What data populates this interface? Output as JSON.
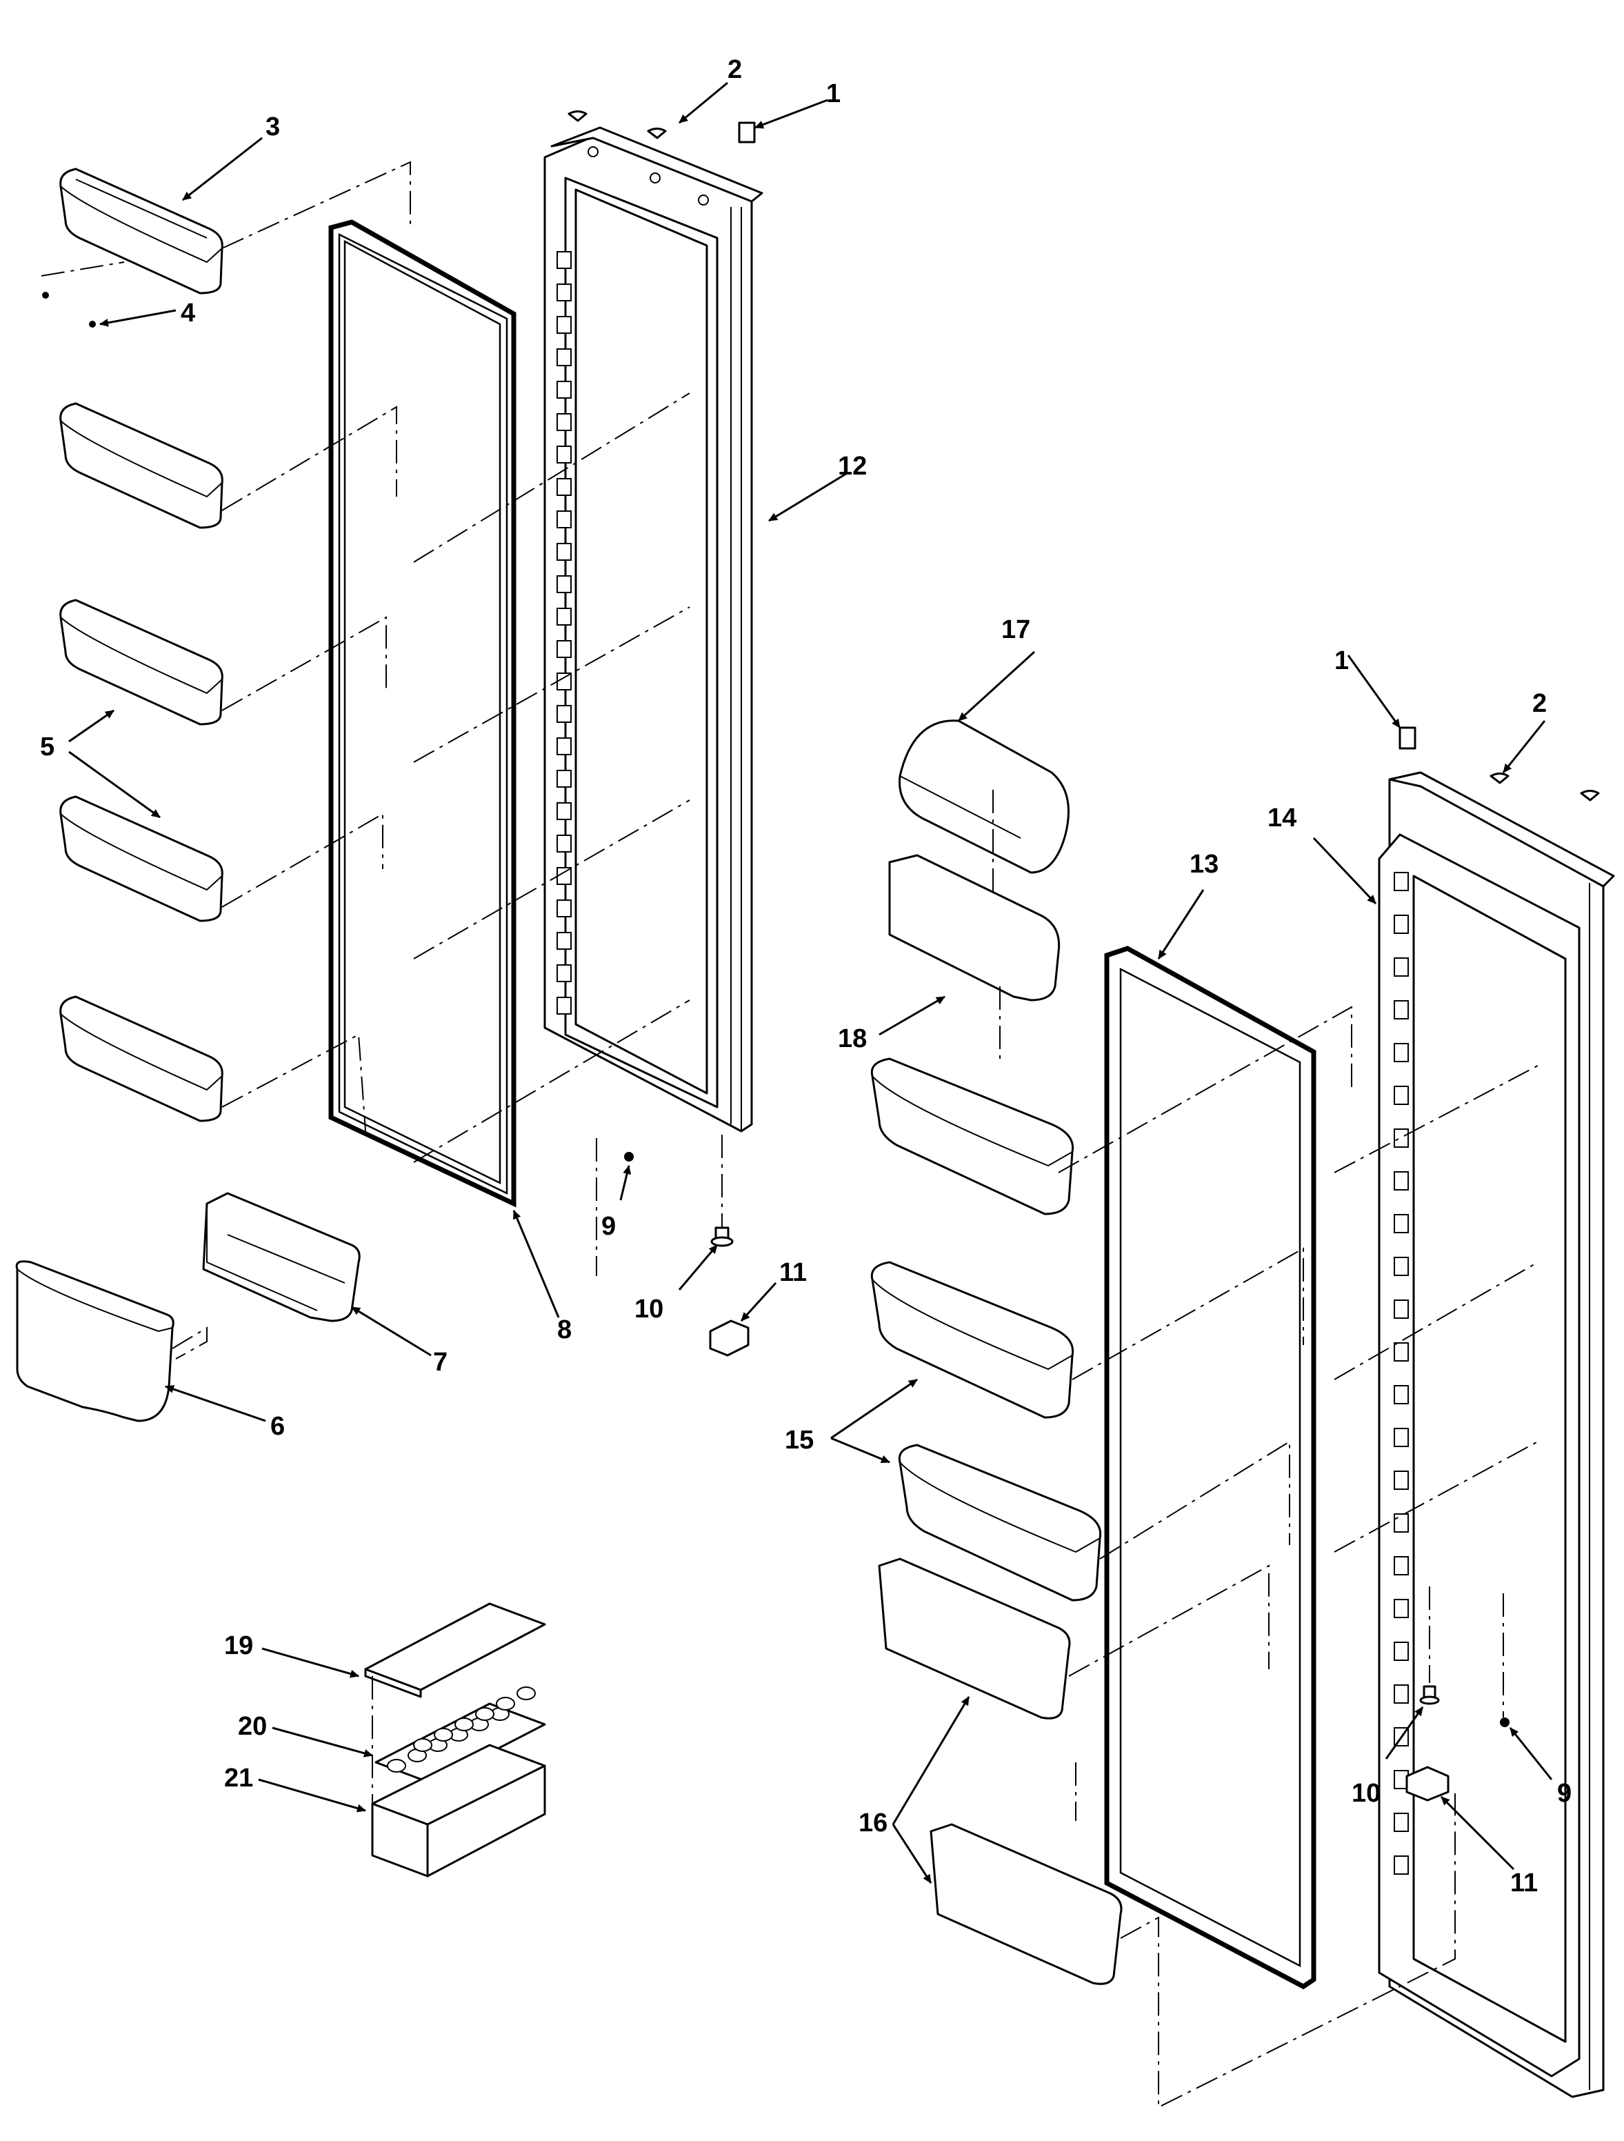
{
  "callouts": {
    "c1a": "1",
    "c2a": "2",
    "c3": "3",
    "c4": "4",
    "c5": "5",
    "c6": "6",
    "c7": "7",
    "c8": "8",
    "c9a": "9",
    "c10a": "10",
    "c11a": "11",
    "c12": "12",
    "c13": "13",
    "c14": "14",
    "c15": "15",
    "c16": "16",
    "c17": "17",
    "c18": "18",
    "c19": "19",
    "c20": "20",
    "c21": "21",
    "c1b": "1",
    "c2b": "2",
    "c9b": "9",
    "c10b": "10",
    "c11b": "11"
  },
  "colors": {
    "line": "#000000",
    "background": "#ffffff"
  }
}
